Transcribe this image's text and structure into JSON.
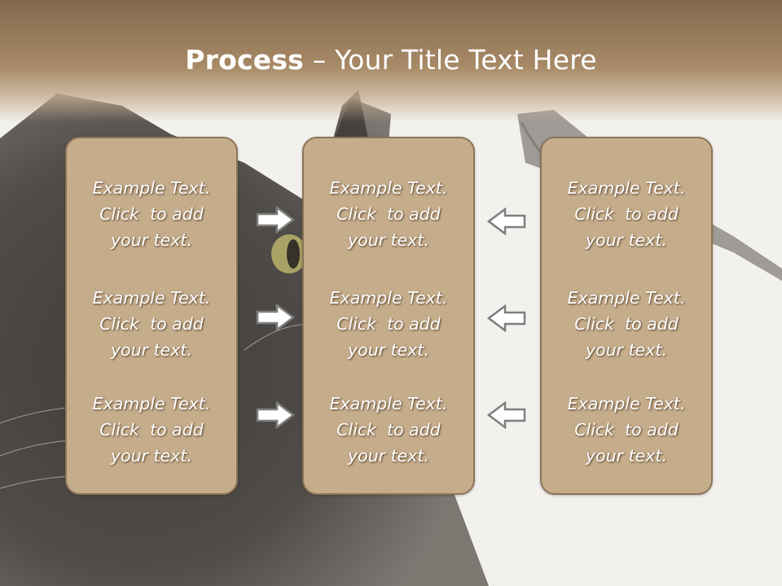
{
  "title": {
    "bold": "Process",
    "rest": " – Your Title Text Here"
  },
  "panels": [
    {
      "blocks": [
        {
          "line1": "Example Text.",
          "line2": "Click  to add",
          "line3": "your text."
        },
        {
          "line1": "Example Text.",
          "line2": "Click  to add",
          "line3": "your text."
        },
        {
          "line1": "Example Text.",
          "line2": "Click  to add",
          "line3": "your text."
        }
      ]
    },
    {
      "blocks": [
        {
          "line1": "Example Text.",
          "line2": "Click  to add",
          "line3": "your text."
        },
        {
          "line1": "Example Text.",
          "line2": "Click  to add",
          "line3": "your text."
        },
        {
          "line1": "Example Text.",
          "line2": "Click  to add",
          "line3": "your text."
        }
      ]
    },
    {
      "blocks": [
        {
          "line1": "Example Text.",
          "line2": "Click  to add",
          "line3": "your text."
        },
        {
          "line1": "Example Text.",
          "line2": "Click  to add",
          "line3": "your text."
        },
        {
          "line1": "Example Text.",
          "line2": "Click  to add",
          "line3": "your text."
        }
      ]
    }
  ],
  "arrows": {
    "left_column": [
      "right-arrow-icon",
      "right-arrow-icon",
      "right-arrow-icon"
    ],
    "right_column": [
      "left-arrow-icon",
      "left-arrow-icon",
      "left-arrow-icon"
    ]
  },
  "colors": {
    "header": "#82694d",
    "panel_fill": "#c5ac8b",
    "panel_border": "#8c7558",
    "text": "#ffffff"
  }
}
